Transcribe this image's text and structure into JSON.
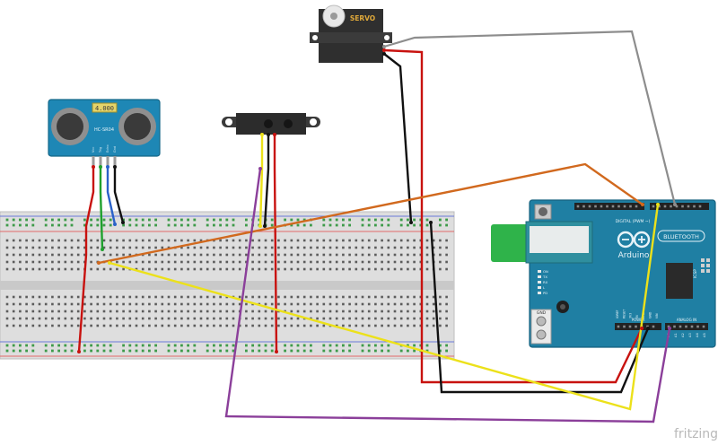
{
  "watermark": "fritzing",
  "components": {
    "ultrasonic": {
      "label": "HC-SR04",
      "display": "4.000",
      "pins": [
        "Vcc",
        "Trig",
        "Echo",
        "Gnd"
      ]
    },
    "ir_sensor": {
      "label": ""
    },
    "servo": {
      "label": "SERVO"
    },
    "arduino": {
      "brand": "Arduino",
      "model": "BLUETOOTH",
      "digital_header": "DIGITAL (PWM ~)",
      "power_header": "POWER",
      "analog_header": "ANALOG IN",
      "icsp": "ICSP",
      "gnd_label": "GND",
      "led_labels": [
        "ON",
        "TX",
        "RX",
        "L",
        "PD"
      ],
      "power_pins": [
        "IOREF",
        "RESET",
        "3V3",
        "5V",
        "GND",
        "GND",
        "VIN"
      ],
      "analog_pins": [
        "A0",
        "A1",
        "A2",
        "A3",
        "A4",
        "A5"
      ]
    }
  },
  "wires": [
    {
      "name": "wire-vcc-red",
      "color": "#c8120f"
    },
    {
      "name": "wire-trig-green",
      "color": "#1fa12e"
    },
    {
      "name": "wire-echo-blue",
      "color": "#2a62c9"
    },
    {
      "name": "wire-gnd-black",
      "color": "#111111"
    },
    {
      "name": "wire-orange",
      "color": "#d1691e"
    },
    {
      "name": "wire-yellow",
      "color": "#ece11a"
    },
    {
      "name": "wire-purple",
      "color": "#8b3f9a"
    },
    {
      "name": "wire-grey",
      "color": "#8d8d8d"
    }
  ]
}
